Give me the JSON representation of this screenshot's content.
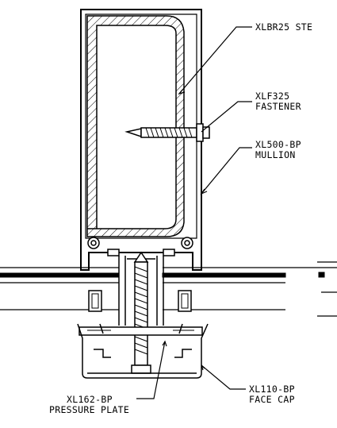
{
  "callouts": [
    {
      "lines": [
        "XLBR25 STE"
      ]
    },
    {
      "lines": [
        "XLF325",
        "FASTENER"
      ]
    },
    {
      "lines": [
        "XL500-BP",
        "MULLION"
      ]
    },
    {
      "lines": [
        "XL162-BP",
        "PRESSURE PLATE"
      ]
    },
    {
      "lines": [
        "XL110-BP",
        "FACE CAP"
      ]
    }
  ]
}
